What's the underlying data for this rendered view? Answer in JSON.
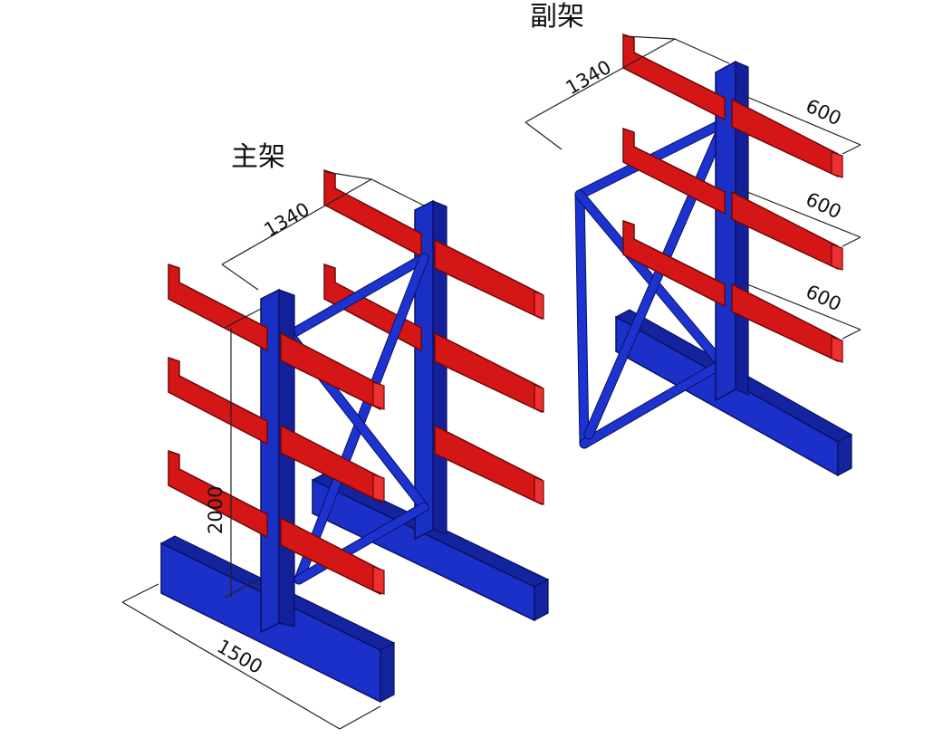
{
  "labels": {
    "main_rack": "主架",
    "aux_rack": "副架"
  },
  "dimensions": {
    "main_depth": "1340",
    "main_height": "2000",
    "main_base": "1500",
    "aux_depth": "1340",
    "aux_arm_1": "600",
    "aux_arm_2": "600",
    "aux_arm_3": "600"
  },
  "colors": {
    "column": "#1a2fc4",
    "arm": "#d41616",
    "background": "#ffffff"
  }
}
